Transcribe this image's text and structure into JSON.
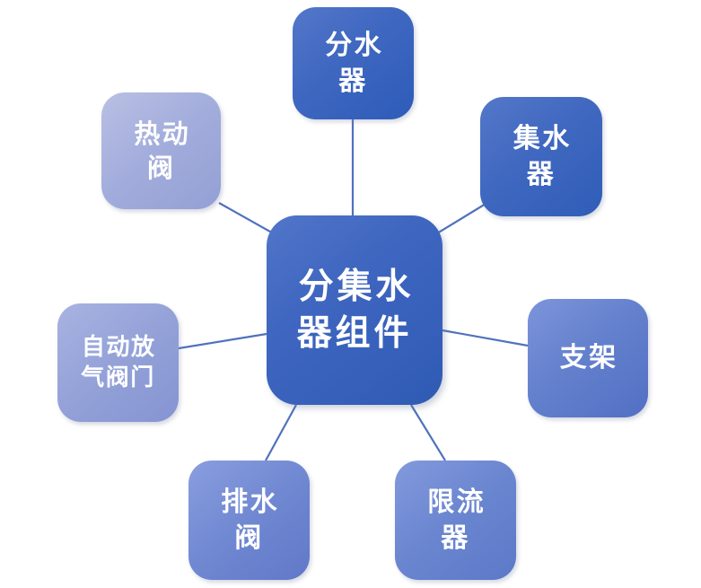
{
  "diagram": {
    "type": "hub-and-spoke",
    "title": "分集水器组件",
    "center": {
      "id": "center",
      "label": "分集水\n器组件",
      "text": "分集水器组件",
      "color": "#3f66c0"
    },
    "nodes": [
      {
        "id": "top",
        "label": "分水\n器",
        "text": "分水器",
        "color": "#3e67c0",
        "position": "top"
      },
      {
        "id": "top-right",
        "label": "集水\n器",
        "text": "集水器",
        "color": "#4068c0",
        "position": "top-right"
      },
      {
        "id": "right",
        "label": "支架",
        "text": "支架",
        "color": "#6380cd",
        "position": "right"
      },
      {
        "id": "bottom-right",
        "label": "限流\n器",
        "text": "限流器",
        "color": "#6b86d0",
        "position": "bottom-right"
      },
      {
        "id": "bottom-left",
        "label": "排水\n阀",
        "text": "排水阀",
        "color": "#7189d2",
        "position": "bottom-left"
      },
      {
        "id": "left",
        "label": "自动放\n气阀门",
        "text": "自动放气阀门",
        "color": "#94a2d8",
        "position": "left"
      },
      {
        "id": "top-left",
        "label": "热动\n阀",
        "text": "热动阀",
        "color": "#a3addc",
        "position": "top-left"
      }
    ],
    "connector_color": "#4f72bd",
    "background_color": "#ffffff",
    "label_color": "#ffffff"
  }
}
